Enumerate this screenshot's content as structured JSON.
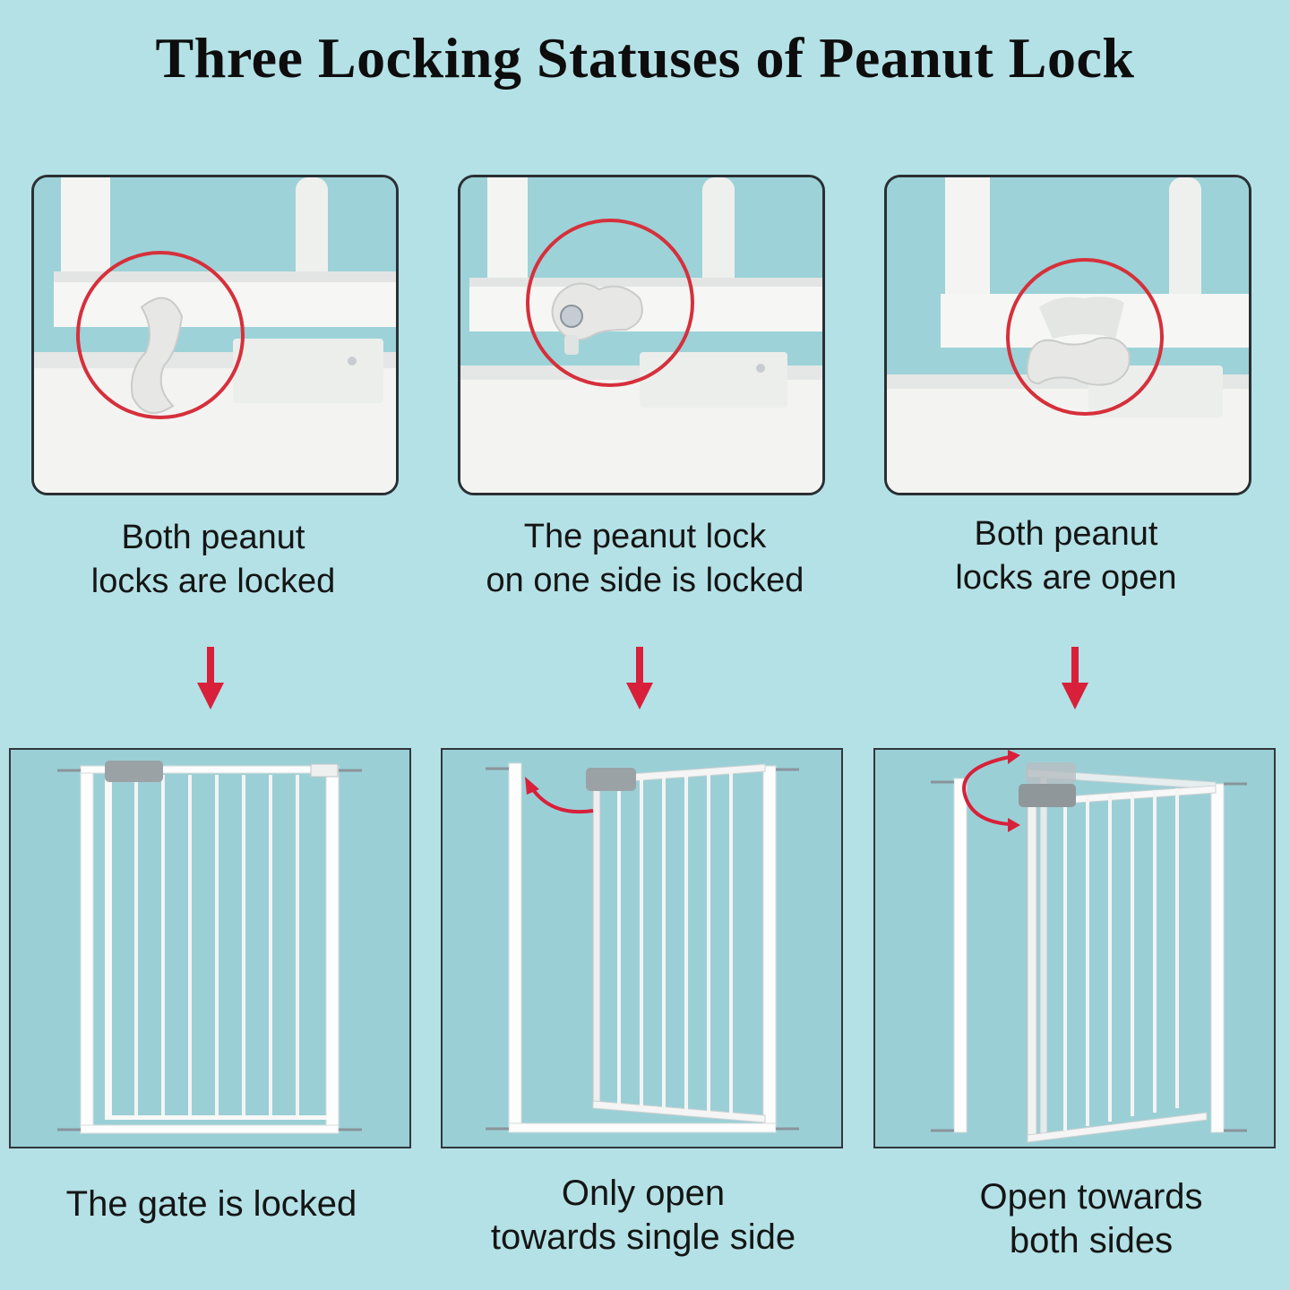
{
  "title": "Three Locking Statuses of  Peanut Lock",
  "colors": {
    "background": "#b3e1e6",
    "panel": "#9cd2d8",
    "highlight_circle": "#d6303b",
    "arrow": "#d8203a",
    "gate_frame": "#ffffff"
  },
  "states": [
    {
      "caption_line1": "Both peanut",
      "caption_line2": "locks are locked",
      "result_line1": "The gate is locked",
      "result_line2": ""
    },
    {
      "caption_line1": "The peanut lock",
      "caption_line2": "on one side is locked",
      "result_line1": "Only open",
      "result_line2": "towards single side"
    },
    {
      "caption_line1": "Both peanut",
      "caption_line2": "locks are open",
      "result_line1": "Open towards",
      "result_line2": "both sides"
    }
  ]
}
